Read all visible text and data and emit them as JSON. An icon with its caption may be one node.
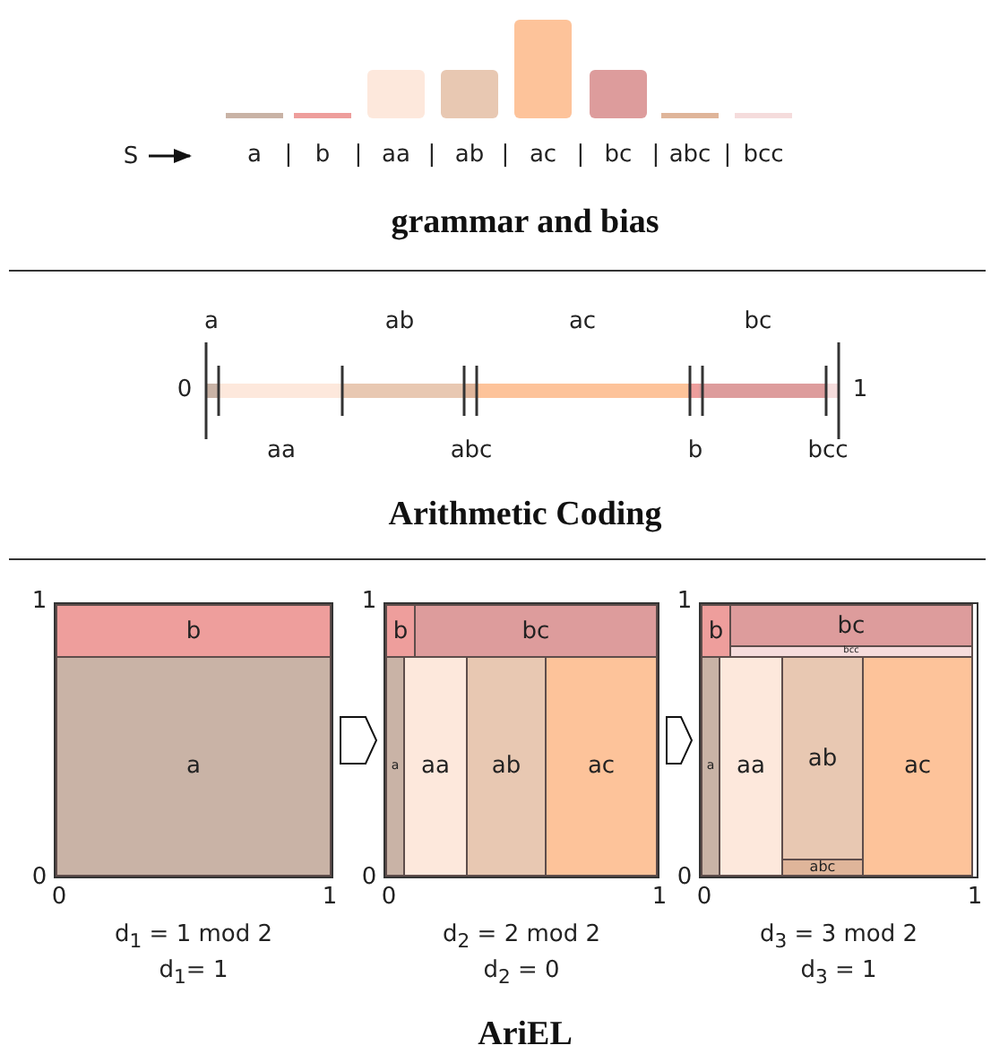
{
  "diagram": {
    "nodes": [
      {
        "text": [
          "S"
        ]
      },
      {
        "text": [],
        "shape": "box"
      },
      {
        "text": [
          "b"
        ],
        "in": 1
      },
      {
        "text": [
          "a"
        ],
        "in": 1
      },
      {
        "text": [],
        "shape": "box"
      },
      {
        "text": [
          "b"
        ],
        "in": 4
      },
      {
        "text": [
          "bc"
        ],
        "in": 4
      },
      {
        "text": [
          "a"
        ],
        "in": 4
      },
      {
        "text": [
          "aa"
        ],
        "in": 4
      },
      {
        "text": [
          "ab"
        ],
        "in": 4
      },
      {
        "text": [
          "ac"
        ],
        "in": 4
      },
      {
        "text": [],
        "shape": "box"
      },
      {
        "text": [
          "b"
        ],
        "in": 11
      },
      {
        "text": [
          "bc"
        ],
        "in": 11
      },
      {
        "text": [
          "bcc"
        ],
        "in": 11
      },
      {
        "text": [
          "a"
        ],
        "in": 11
      },
      {
        "text": [
          "aa"
        ],
        "in": 11
      },
      {
        "text": [
          "ab"
        ],
        "in": 11
      },
      {
        "text": [
          "abc"
        ],
        "in": 11
      },
      {
        "text": [
          "ac"
        ],
        "in": 11
      }
    ],
    "edges": [
      {
        "from": 0,
        "to": null,
        "arrow": "to"
      },
      {
        "from": 1,
        "to": 4,
        "arrow": "to"
      },
      {
        "from": 4,
        "to": 11,
        "arrow": "to"
      }
    ],
    "labels": [
      "a",
      "|",
      "b",
      "|",
      "aa",
      "|",
      "ab",
      "|",
      "ac",
      "|",
      "bc",
      "|",
      "abc",
      "|",
      "bcc",
      "grammar and bias",
      "a",
      "ab",
      "ac",
      "bc",
      "0",
      "1",
      "aa",
      "abc",
      "b",
      "bcc",
      "Arithmetic Coding",
      "1",
      "0",
      "0",
      "1",
      "1",
      "0",
      "0",
      "1",
      "1",
      "0",
      "0",
      "1",
      "d$_{1}$ = 1 mod 2",
      "d$_{1}$= 1",
      "d$_{2}$ = 2 mod 2",
      "d$_{2}$ = 0",
      "d$_{3}$ = 3 mod 2",
      "d$_{3}$ = 1",
      "AriEL"
    ]
  }
}
